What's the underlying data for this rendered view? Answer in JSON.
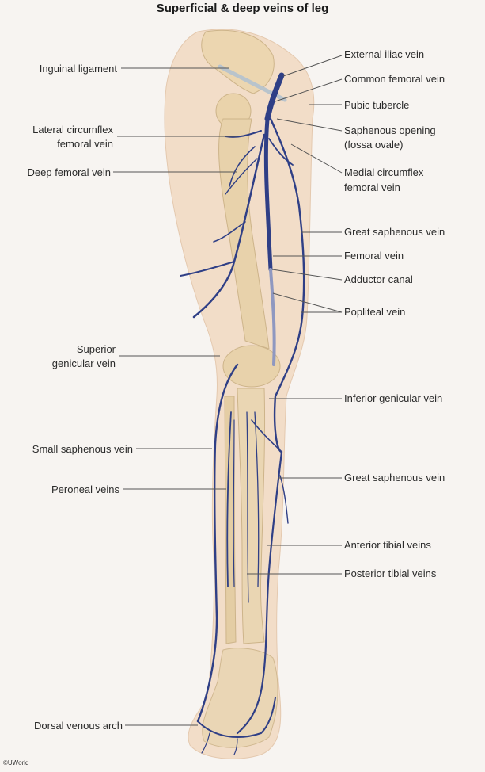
{
  "title": "Superficial & deep veins of leg",
  "credit": "©UWorld",
  "labels": {
    "inguinal_ligament": "Inguinal ligament",
    "lateral_circumflex_1": "Lateral circumflex",
    "lateral_circumflex_2": "femoral vein",
    "deep_femoral_vein": "Deep femoral vein",
    "superior_genicular_1": "Superior",
    "superior_genicular_2": "genicular vein",
    "small_saphenous_vein": "Small saphenous vein",
    "peroneal_veins": "Peroneal veins",
    "dorsal_venous_arch": "Dorsal venous arch",
    "external_iliac_vein": "External iliac vein",
    "common_femoral_vein": "Common femoral vein",
    "pubic_tubercle": "Pubic tubercle",
    "saphenous_opening_1": "Saphenous opening",
    "saphenous_opening_2": "(fossa ovale)",
    "medial_circumflex_1": "Medial circumflex",
    "medial_circumflex_2": "femoral vein",
    "great_saphenous_vein_upper": "Great saphenous vein",
    "femoral_vein": "Femoral vein",
    "adductor_canal": "Adductor canal",
    "popliteal_vein": "Popliteal vein",
    "inferior_genicular_vein": "Inferior genicular vein",
    "great_saphenous_vein_lower": "Great saphenous vein",
    "anterior_tibial_veins": "Anterior tibial veins",
    "posterior_tibial_veins": "Posterior tibial veins"
  },
  "colors": {
    "background": "#f7f4f1",
    "skin": "#f2dcc6",
    "bone": "#e8d2ab",
    "bone_edge": "#cdb48a",
    "vein": "#2f3f86",
    "leader_line": "#555555"
  }
}
